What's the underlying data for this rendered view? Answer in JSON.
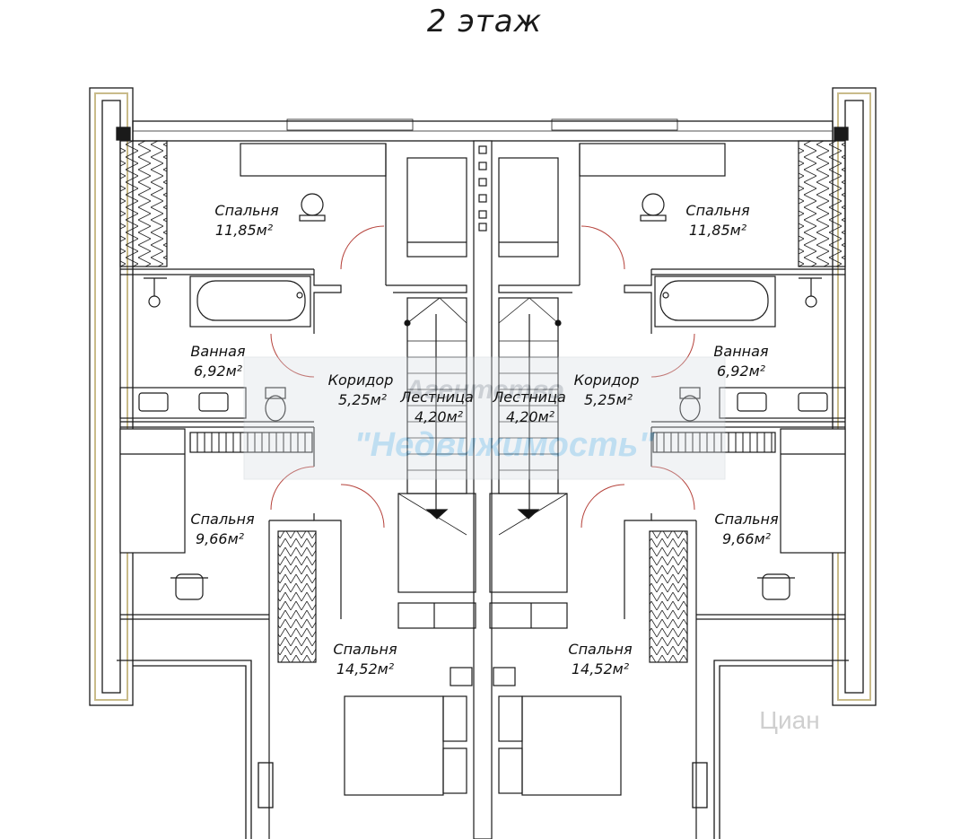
{
  "title": "2 этаж",
  "rooms": {
    "bedroom_top_left": {
      "name": "Спальня",
      "area": "11,85м²"
    },
    "bedroom_top_right": {
      "name": "Спальня",
      "area": "11,85м²"
    },
    "bath_left": {
      "name": "Ванная",
      "area": "6,92м²"
    },
    "bath_right": {
      "name": "Ванная",
      "area": "6,92м²"
    },
    "corridor_left": {
      "name": "Коридор",
      "area": "5,25м²"
    },
    "corridor_right": {
      "name": "Коридор",
      "area": "5,25м²"
    },
    "stair_left": {
      "name": "Лестница",
      "area": "4,20м²"
    },
    "stair_right": {
      "name": "Лестница",
      "area": "4,20м²"
    },
    "bedroom_mid_left": {
      "name": "Спальня",
      "area": "9,66м²"
    },
    "bedroom_mid_right": {
      "name": "Спальня",
      "area": "9,66м²"
    },
    "bedroom_bot_left": {
      "name": "Спальня",
      "area": "14,52м²"
    },
    "bedroom_bot_right": {
      "name": "Спальня",
      "area": "14,52м²"
    }
  },
  "watermark": {
    "line1": "Агентство",
    "line2": "\"Недвижимость\""
  },
  "corner_watermark": "Циан",
  "colors": {
    "wall": "#1a1a1a",
    "insulation": "#c9bb8a",
    "door_arc": "#b5413a",
    "watermark": "#4aa3d8"
  }
}
